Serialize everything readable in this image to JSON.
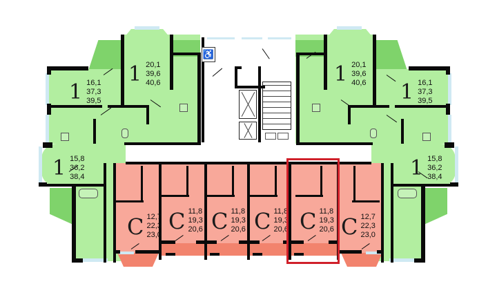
{
  "plan": {
    "colors": {
      "one_room": "#b2eea0",
      "one_room_balcony": "#7fd36b",
      "studio": "#f8a89a",
      "studio_balcony": "#f2836d",
      "wall": "#0a0a0a",
      "window": "#cfe9f3",
      "highlight": "#d0202a"
    },
    "apartments": [
      {
        "id": "apt-top-left",
        "type": "1",
        "living": "16,1",
        "total": "37,3",
        "with_balcony": "39,5"
      },
      {
        "id": "apt-top-left-center",
        "type": "1",
        "living": "20,1",
        "total": "39,6",
        "with_balcony": "40,6"
      },
      {
        "id": "apt-top-right-center",
        "type": "1",
        "living": "20,1",
        "total": "39,6",
        "with_balcony": "40,6"
      },
      {
        "id": "apt-top-right",
        "type": "1",
        "living": "16,1",
        "total": "37,3",
        "with_balcony": "39,5"
      },
      {
        "id": "apt-mid-left",
        "type": "1",
        "living": "15,8",
        "total": "36,2",
        "with_balcony": "38,4"
      },
      {
        "id": "apt-mid-right",
        "type": "1",
        "living": "15,8",
        "total": "36,2",
        "with_balcony": "38,4"
      },
      {
        "id": "studio-1",
        "type": "С",
        "living": "12,7",
        "total": "22,3",
        "with_balcony": "23,0"
      },
      {
        "id": "studio-2",
        "type": "С",
        "living": "11,8",
        "total": "19,3",
        "with_balcony": "20,6"
      },
      {
        "id": "studio-3",
        "type": "С",
        "living": "11,8",
        "total": "19,3",
        "with_balcony": "20,6"
      },
      {
        "id": "studio-4",
        "type": "С",
        "living": "11,8",
        "total": "19,3",
        "with_balcony": "20,6"
      },
      {
        "id": "studio-5",
        "type": "С",
        "living": "11,8",
        "total": "19,3",
        "with_balcony": "20,6",
        "highlighted": true
      },
      {
        "id": "studio-6",
        "type": "С",
        "living": "12,7",
        "total": "22,3",
        "with_balcony": "23,0"
      }
    ],
    "core": {
      "accessibility_icon": "♿",
      "elevators": 2,
      "stairs": 1
    },
    "highlighted_unit": "studio-5"
  }
}
